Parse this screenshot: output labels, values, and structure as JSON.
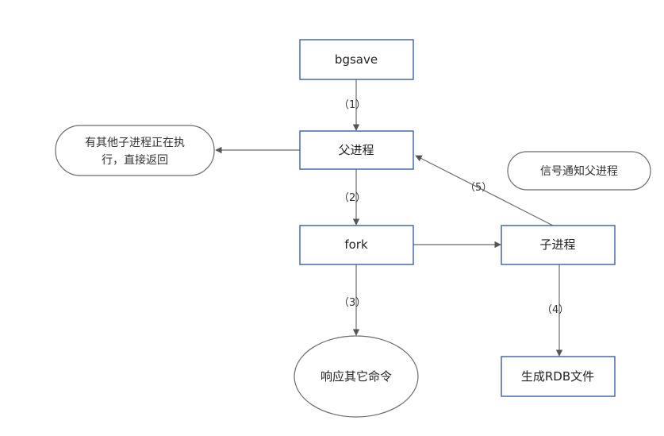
{
  "nodes": {
    "bgsave": "bgsave",
    "parent": "父进程",
    "fork": "fork",
    "child": "子进程",
    "rdb": "生成RDB文件",
    "respond": "响应其它命令",
    "other_running_line1": "有其他子进程正在执",
    "other_running_line2": "行，直接返回",
    "signal": "信号通知父进程"
  },
  "steps": {
    "s1": "（1）",
    "s2": "（2）",
    "s3": "（3）",
    "s4": "（4）",
    "s5": "（5）"
  }
}
